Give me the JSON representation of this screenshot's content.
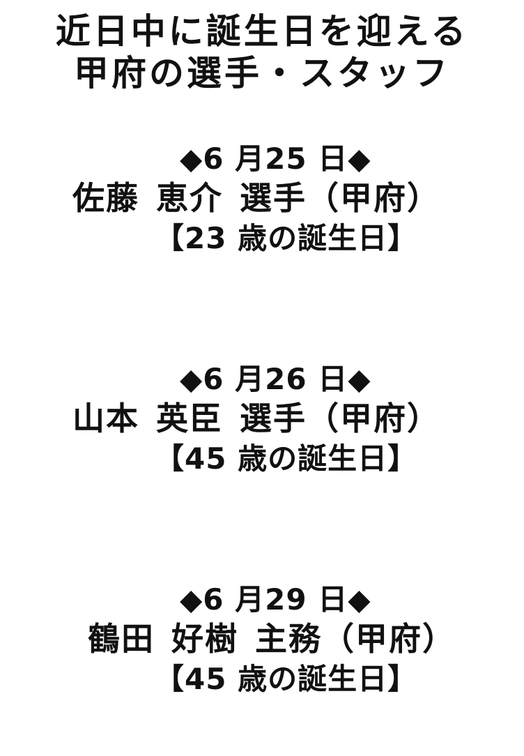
{
  "title": {
    "line1": "近日中に誕生日を迎える",
    "line2": "甲府の選手・スタッフ"
  },
  "entries": [
    {
      "date": "◆6 月25 日◆",
      "name_family": "佐藤",
      "name_given": "恵介",
      "role": "選手（甲府）",
      "age": "【23 歳の誕生日】"
    },
    {
      "date": "◆6 月26 日◆",
      "name_family": "山本",
      "name_given": "英臣",
      "role": "選手（甲府）",
      "age": "【45 歳の誕生日】"
    },
    {
      "date": "◆6 月29 日◆",
      "name_family": "鶴田",
      "name_given": "好樹",
      "role": "主務（甲府）",
      "age": "【45 歳の誕生日】"
    }
  ]
}
